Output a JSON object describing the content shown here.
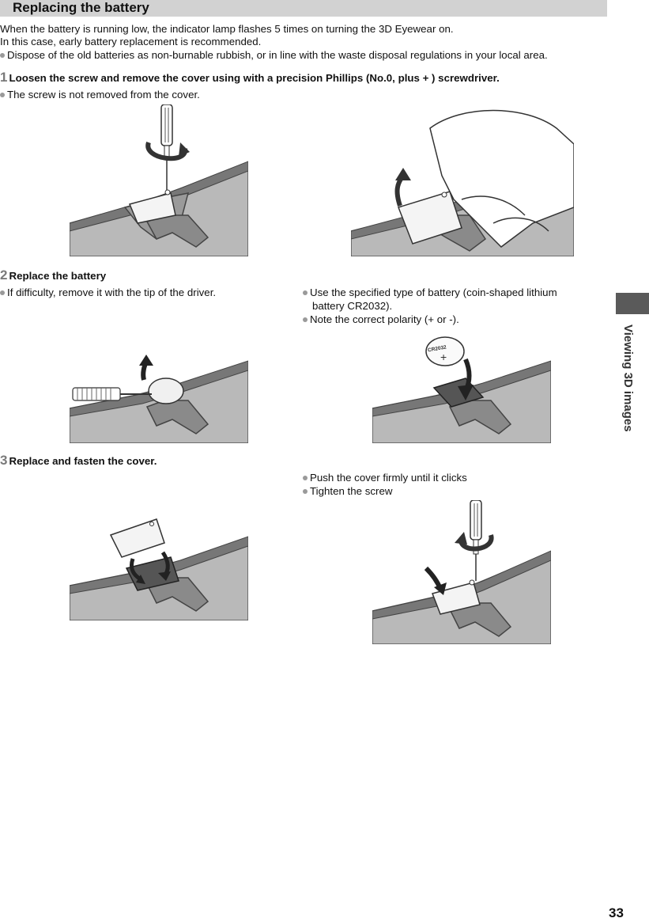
{
  "section": {
    "title": "Replacing the battery"
  },
  "intro": {
    "line1": "When the battery is running low, the indicator lamp flashes 5 times on turning the 3D Eyewear on.",
    "line2": "In this case, early battery replacement is recommended.",
    "bullet1": "Dispose of the old batteries as non-burnable rubbish, or in line with the waste disposal regulations in your local area."
  },
  "steps": [
    {
      "number": "1",
      "title": "Loosen the screw and remove the cover using with a precision Phillips (No.0, plus + ) screwdriver.",
      "notes": [
        "The screw is not removed from the cover."
      ]
    },
    {
      "number": "2",
      "title": "Replace the battery",
      "notes_left": [
        "If difficulty, remove it with the tip of the driver."
      ],
      "notes_right": [
        "Use the specified type of battery (coin-shaped lithium",
        "battery CR2032).",
        "Note the correct polarity (+ or -)."
      ]
    },
    {
      "number": "3",
      "title": "Replace and fasten the cover.",
      "notes_right": [
        "Push the cover firmly until it clicks",
        "Tighten the screw"
      ]
    }
  ],
  "battery_label": "CR2032",
  "battery_sign": "+",
  "side_tab": {
    "label": "Viewing 3D images"
  },
  "page_number": "33",
  "colors": {
    "bar": "#d2d2d2",
    "tab": "#5a5a5a",
    "frame": "#8a8a8a",
    "frame_dark": "#555555",
    "lens": "#b9b9b9"
  }
}
